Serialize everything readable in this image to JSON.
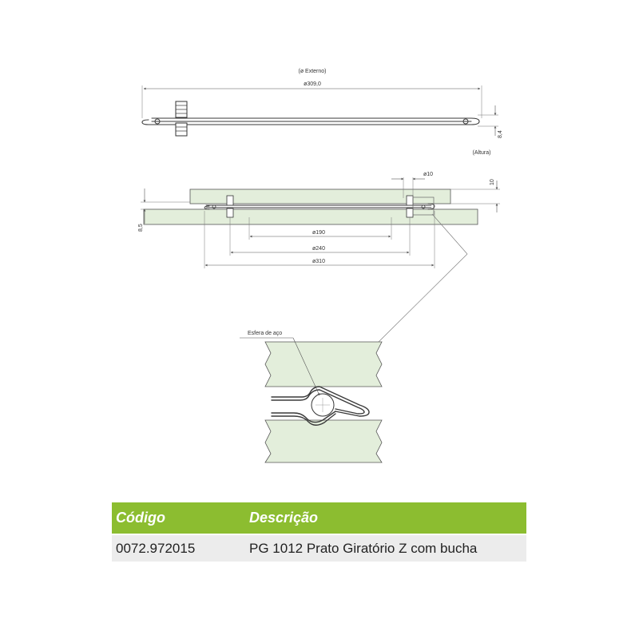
{
  "drawing": {
    "external_label": "(ø Externo)",
    "outer_diameter": "ø309,0",
    "height_value": "8,4",
    "height_label": "(Altura)",
    "dim_d10": "ø10",
    "dim_top_gap": "10",
    "dim_side": "8,5",
    "dim_d190": "ø190",
    "dim_d240": "ø240",
    "dim_d310": "ø310",
    "ball_label": "Esfera de aço"
  },
  "table": {
    "headers": {
      "code": "Código",
      "description": "Descrição"
    },
    "rows": [
      {
        "code": "0072.972015",
        "description": "PG 1012 Prato Giratório Z com bucha"
      }
    ]
  },
  "colors": {
    "header_green": "#8cbd30",
    "panel_fill": "#e3eedb",
    "row_gray": "#ececec"
  }
}
